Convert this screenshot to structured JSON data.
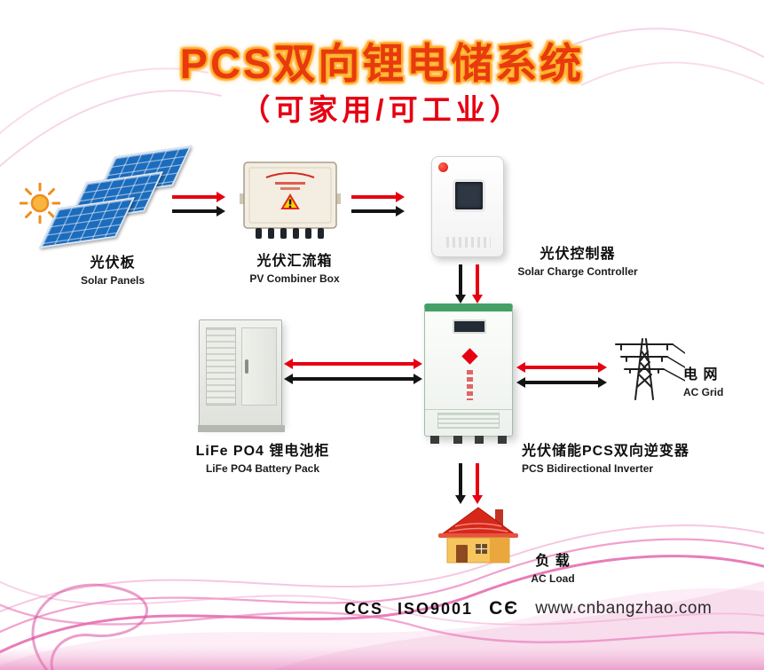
{
  "title": "PCS双向锂电储系统",
  "subtitle": "（可家用/可工业）",
  "components": {
    "solar_panels": {
      "zh": "光伏板",
      "en": "Solar Panels"
    },
    "combiner_box": {
      "zh": "光伏汇流箱",
      "en": "PV Combiner Box"
    },
    "charge_controller": {
      "zh": "光伏控制器",
      "en": "Solar Charge Controller"
    },
    "battery_pack": {
      "zh": "LiFe PO4 锂电池柜",
      "en": "LiFe PO4 Battery Pack"
    },
    "inverter": {
      "zh": "光伏储能PCS双向逆变器",
      "en": "PCS Bidirectional Inverter"
    },
    "ac_grid": {
      "zh": "电 网",
      "en": "AC Grid"
    },
    "ac_load": {
      "zh": "负 载",
      "en": "AC Load"
    }
  },
  "footer": {
    "cert_1": "CCS",
    "cert_2": "ISO9001",
    "ce_mark": "CЄ",
    "website": "www.cnbangzhao.com"
  },
  "colors": {
    "title_red": "#e83a0e",
    "title_glow": "#ffb300",
    "subtitle_red": "#e60012",
    "arrow_red": "#e60012",
    "arrow_black": "#141414",
    "panel_blue": "#1c6cbd",
    "inverter_green": "#43a066",
    "swirl_pink": "#e25ca7"
  }
}
